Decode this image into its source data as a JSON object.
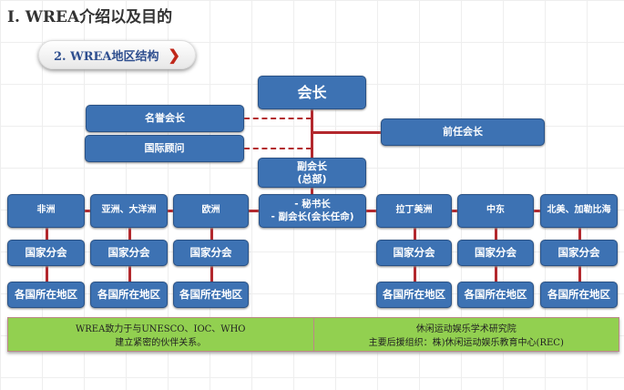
{
  "title": "I. WREA介绍以及目的",
  "section_button": {
    "label": "2. WREA地区结构",
    "icon": "chevron-right-icon"
  },
  "org": {
    "president": "会长",
    "honorary_president": "名誉会长",
    "intl_advisor": "国际顾问",
    "former_president": "前任会长",
    "vice_president": [
      "副会长",
      "(总部)"
    ],
    "secretariat": [
      "- 秘书长",
      "- 副会长(会长任命)"
    ],
    "regions": [
      "非洲",
      "亚洲、大洋洲",
      "欧洲",
      "拉丁美洲",
      "中东",
      "北美、加勒比海"
    ],
    "national_branch": "国家分会",
    "local_area": "各国所在地区"
  },
  "footer": {
    "left": [
      "WREA致力于与UNESCO、IOC、WHO",
      "建立紧密的伙伴关系。"
    ],
    "right": [
      "休闲运动娱乐学术研究院",
      "主要后援组织：株)休闲运动娱乐教育中心(REC)"
    ]
  }
}
